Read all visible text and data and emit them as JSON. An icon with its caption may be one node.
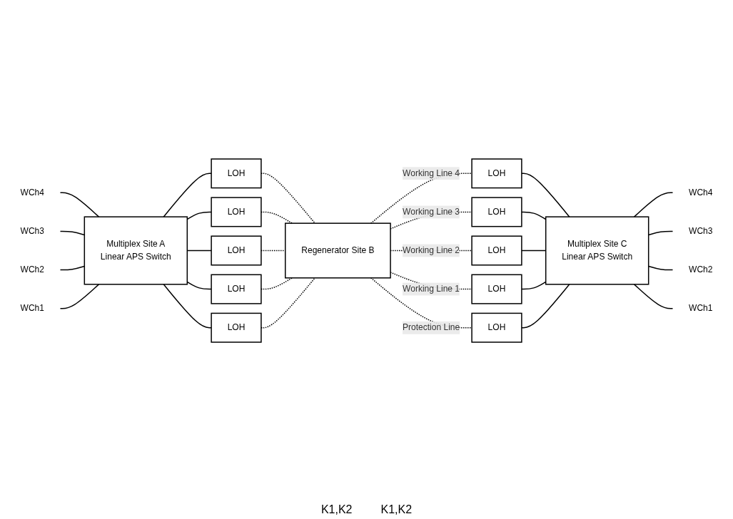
{
  "diagram": {
    "nodes": [
      {
        "text": [
          "Multiplex Site A",
          "Linear APS Switch"
        ]
      },
      {
        "text": [
          "Regenerator Site B"
        ]
      },
      {
        "text": [
          "Multiplex Site C",
          "Linear APS Switch"
        ]
      },
      {
        "text": [
          "LOH"
        ]
      },
      {
        "text": [
          "LOH"
        ]
      },
      {
        "text": [
          "LOH"
        ]
      },
      {
        "text": [
          "LOH"
        ]
      },
      {
        "text": [
          "LOH"
        ]
      },
      {
        "text": [
          "LOH"
        ]
      },
      {
        "text": [
          "LOH"
        ]
      },
      {
        "text": [
          "LOH"
        ]
      },
      {
        "text": [
          "LOH"
        ]
      },
      {
        "text": [
          "LOH"
        ]
      },
      {
        "text": [
          "WCh4"
        ]
      },
      {
        "text": [
          "WCh3"
        ]
      },
      {
        "text": [
          "WCh2"
        ]
      },
      {
        "text": [
          "WCh1"
        ]
      },
      {
        "text": [
          "WCh4"
        ]
      },
      {
        "text": [
          "WCh3"
        ]
      },
      {
        "text": [
          "WCh2"
        ]
      },
      {
        "text": [
          "WCh1"
        ]
      }
    ],
    "edges": [
      {
        "from": 13,
        "to": 0,
        "arrow": "none"
      },
      {
        "from": 14,
        "to": 0,
        "arrow": "none"
      },
      {
        "from": 15,
        "to": 0,
        "arrow": "none"
      },
      {
        "from": 16,
        "to": 0,
        "arrow": "none"
      },
      {
        "from": 0,
        "to": 3,
        "arrow": "none"
      },
      {
        "from": 0,
        "to": 4,
        "arrow": "none"
      },
      {
        "from": 0,
        "to": 5,
        "arrow": "none"
      },
      {
        "from": 0,
        "to": 6,
        "arrow": "none"
      },
      {
        "from": 0,
        "to": 7,
        "arrow": "none"
      },
      {
        "from": 3,
        "to": 1,
        "arrow": "none",
        "style": "dashed"
      },
      {
        "from": 4,
        "to": 1,
        "arrow": "none",
        "style": "dashed"
      },
      {
        "from": 5,
        "to": 1,
        "arrow": "none",
        "style": "dashed"
      },
      {
        "from": 6,
        "to": 1,
        "arrow": "none",
        "style": "dashed"
      },
      {
        "from": 7,
        "to": 1,
        "arrow": "none",
        "style": "dashed"
      },
      {
        "from": 1,
        "to": 8,
        "arrow": "none",
        "style": "dashed",
        "label": "Working Line 4"
      },
      {
        "from": 1,
        "to": 9,
        "arrow": "none",
        "style": "dashed",
        "label": "Working Line 3"
      },
      {
        "from": 1,
        "to": 10,
        "arrow": "none",
        "style": "dashed",
        "label": "Working Line 2"
      },
      {
        "from": 1,
        "to": 11,
        "arrow": "none",
        "style": "dashed",
        "label": "Working Line 1"
      },
      {
        "from": 1,
        "to": 12,
        "arrow": "none",
        "style": "dashed",
        "label": "Protection Line"
      },
      {
        "from": 8,
        "to": 2,
        "arrow": "none"
      },
      {
        "from": 9,
        "to": 2,
        "arrow": "none"
      },
      {
        "from": 10,
        "to": 2,
        "arrow": "none"
      },
      {
        "from": 11,
        "to": 2,
        "arrow": "none"
      },
      {
        "from": 12,
        "to": 2,
        "arrow": "none"
      },
      {
        "from": 2,
        "to": 17,
        "arrow": "none"
      },
      {
        "from": 2,
        "to": 18,
        "arrow": "none"
      },
      {
        "from": 2,
        "to": 19,
        "arrow": "none"
      },
      {
        "from": 2,
        "to": 20,
        "arrow": "none"
      }
    ],
    "labels": [
      "K1,K2",
      "K1,K2"
    ]
  }
}
